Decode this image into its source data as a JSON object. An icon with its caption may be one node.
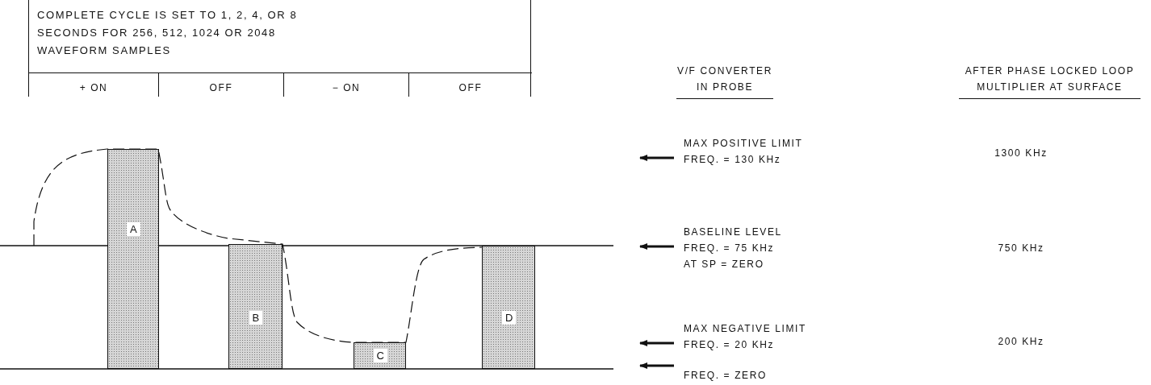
{
  "diagram": {
    "nodes": [
      {
        "text": [
          "COMPLETE CYCLE IS SET TO 1, 2, 4, OR 8 SECONDS FOR 256, 512, 1024 OR 2048 WAVEFORM SAMPLES"
        ]
      },
      {
        "text": [
          "+ ON"
        ],
        "in": 0
      },
      {
        "text": [
          "OFF"
        ],
        "in": 0
      },
      {
        "text": [
          "− ON"
        ],
        "in": 0
      },
      {
        "text": [
          "OFF"
        ],
        "in": 0
      },
      {
        "text": [
          "A"
        ]
      },
      {
        "text": [
          "B"
        ]
      },
      {
        "text": [
          "C"
        ]
      },
      {
        "text": [
          "D"
        ]
      },
      {
        "text": [
          "MAX POSITIVE LIMIT",
          "FREQ. = 130 KHz"
        ]
      },
      {
        "text": [
          "BASELINE LEVEL",
          "FREQ. = 75 KHz",
          "AT SP = ZERO"
        ]
      },
      {
        "text": [
          "MAX NEGATIVE LIMIT",
          "FREQ. = 20 KHz"
        ]
      },
      {
        "text": [
          "FREQ. = ZERO"
        ]
      }
    ],
    "edges": [
      {
        "from": 9,
        "to": null,
        "arrow": "to"
      },
      {
        "from": 10,
        "to": null,
        "arrow": "to"
      },
      {
        "from": 11,
        "to": null,
        "arrow": "to"
      },
      {
        "from": 12,
        "to": null,
        "arrow": "to"
      }
    ],
    "labels": [
      "V/F CONVERTER IN PROBE",
      "AFTER PHASE LOCKED LOOP MULTIPLIER AT SURFACE",
      "1300 KHz",
      "750 KHz",
      "200 KHz"
    ]
  }
}
